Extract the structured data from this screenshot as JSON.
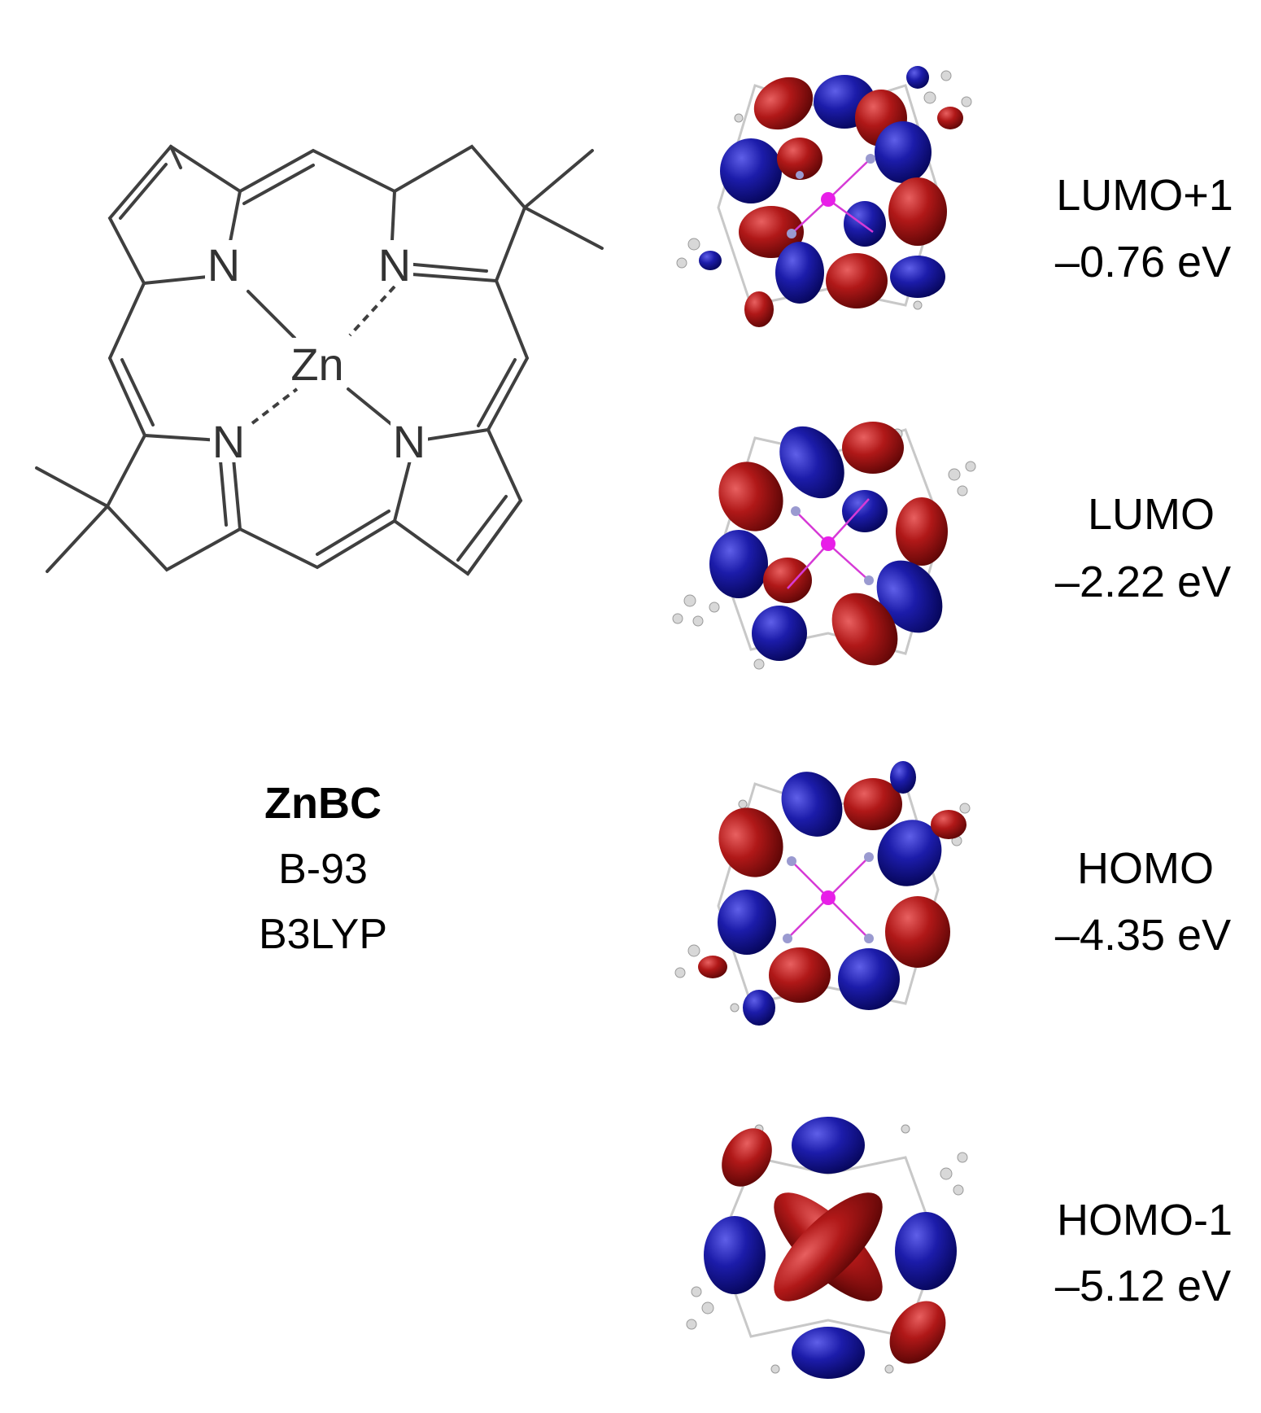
{
  "colors": {
    "positive_lobe": "#b01818",
    "negative_lobe": "#1c1caa",
    "zinc_atom": "#e81ee8",
    "nitrogen_atom": "#9a9ad0",
    "bond_line": "#3f3f3f"
  },
  "structure": {
    "atoms": {
      "n1": "N",
      "n2": "N",
      "n3": "N",
      "n4": "N",
      "metal": "Zn"
    }
  },
  "molecule": {
    "name": "ZnBC",
    "basis": "B-93",
    "method": "B3LYP"
  },
  "orbitals": [
    {
      "name": "LUMO+1",
      "energy": "–0.76 eV"
    },
    {
      "name": "LUMO",
      "energy": "–2.22 eV"
    },
    {
      "name": "HOMO",
      "energy": "–4.35 eV"
    },
    {
      "name": "HOMO-1",
      "energy": "–5.12 eV"
    }
  ]
}
